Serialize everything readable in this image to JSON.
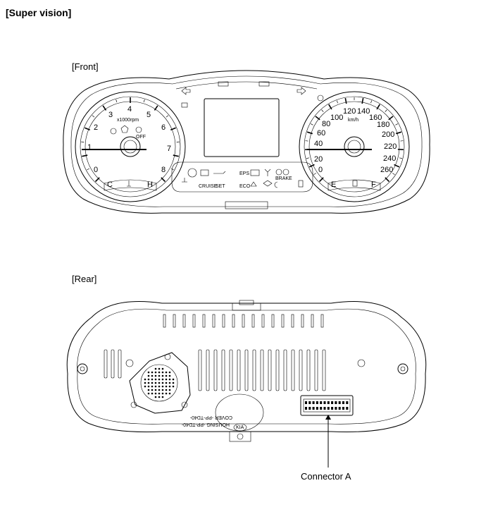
{
  "title": "[Super vision]",
  "front_label": "[Front]",
  "rear_label": "[Rear]",
  "callout_label": "Connector A",
  "tachometer": {
    "numbers": [
      "0",
      "1",
      "2",
      "3",
      "4",
      "5",
      "6",
      "7",
      "8"
    ],
    "unit": "x1000rpm",
    "temp_cold": "C",
    "temp_hot": "H"
  },
  "speedometer": {
    "numbers": [
      "0",
      "20",
      "40",
      "60",
      "80",
      "100",
      "120",
      "140",
      "160",
      "180",
      "200",
      "220",
      "240",
      "260"
    ],
    "unit": "km/h",
    "fuel_empty": "E",
    "fuel_full": "F"
  },
  "indicators": {
    "cruise": "CRUISE",
    "set": "SET",
    "eps": "EPS",
    "eco": "ECO",
    "brake": "BRAKE",
    "off": "OFF"
  },
  "housing_text": {
    "line1": "HOUSING -PP-TD40-",
    "line2": "COVER -PP-TD40-",
    "logo": "KIA"
  }
}
